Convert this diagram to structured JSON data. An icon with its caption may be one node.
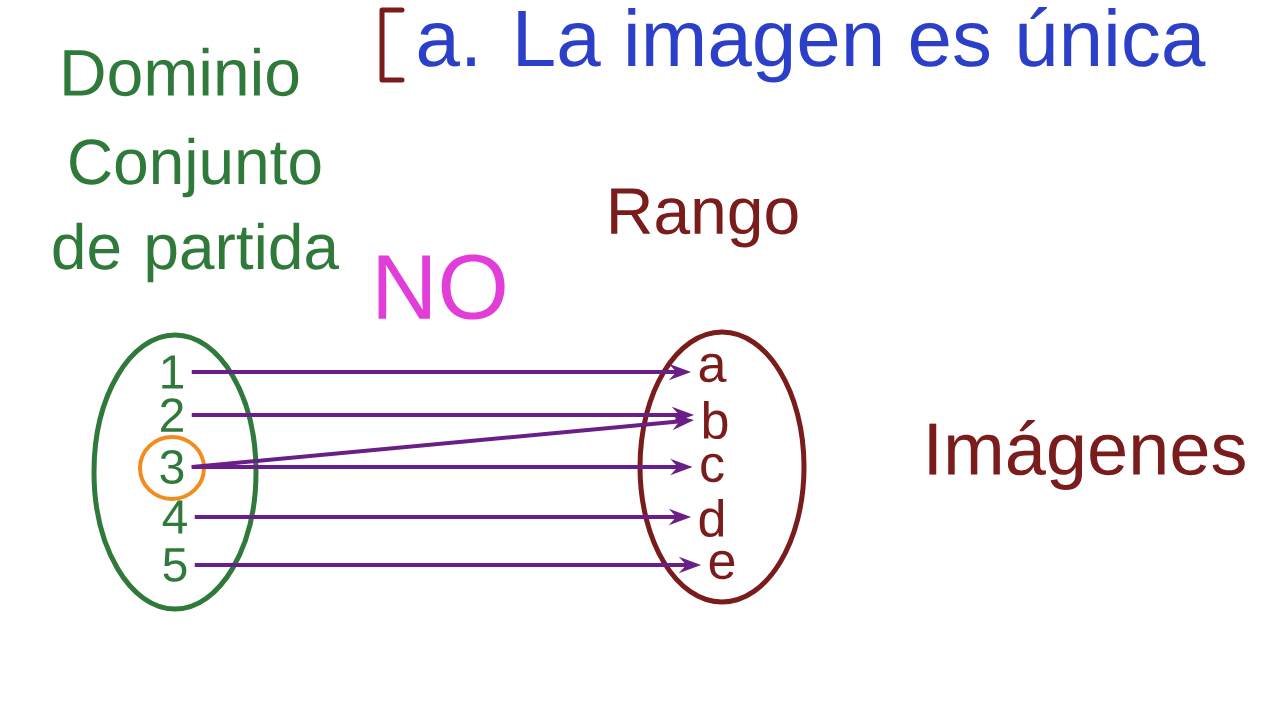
{
  "diagram": {
    "nodes": [
      {
        "text": [],
        "shape": "ellipse"
      },
      {
        "text": [
          "1"
        ],
        "in": 0
      },
      {
        "text": [
          "2"
        ],
        "in": 0
      },
      {
        "text": [
          "3"
        ],
        "in": 0
      },
      {
        "text": [
          "4"
        ],
        "in": 0
      },
      {
        "text": [
          "5"
        ],
        "in": 0
      },
      {
        "text": [],
        "shape": "ellipse"
      },
      {
        "text": [
          "a"
        ],
        "in": 6
      },
      {
        "text": [
          "b"
        ],
        "in": 6
      },
      {
        "text": [
          "c"
        ],
        "in": 6
      },
      {
        "text": [
          "d"
        ],
        "in": 6
      },
      {
        "text": [
          "e"
        ],
        "in": 6
      }
    ],
    "edges": [
      {
        "from": 1,
        "to": 7,
        "arrow": "to"
      },
      {
        "from": 2,
        "to": 8,
        "arrow": "to"
      },
      {
        "from": 3,
        "to": 8,
        "arrow": "to"
      },
      {
        "from": 3,
        "to": 9,
        "arrow": "to"
      },
      {
        "from": 4,
        "to": 10,
        "arrow": "to"
      },
      {
        "from": 5,
        "to": 11,
        "arrow": "to"
      }
    ],
    "labels": [
      "a. La imagen es única",
      "Dominio",
      "Conjunto de partida",
      "Rango",
      "NO",
      "Imágenes"
    ]
  }
}
